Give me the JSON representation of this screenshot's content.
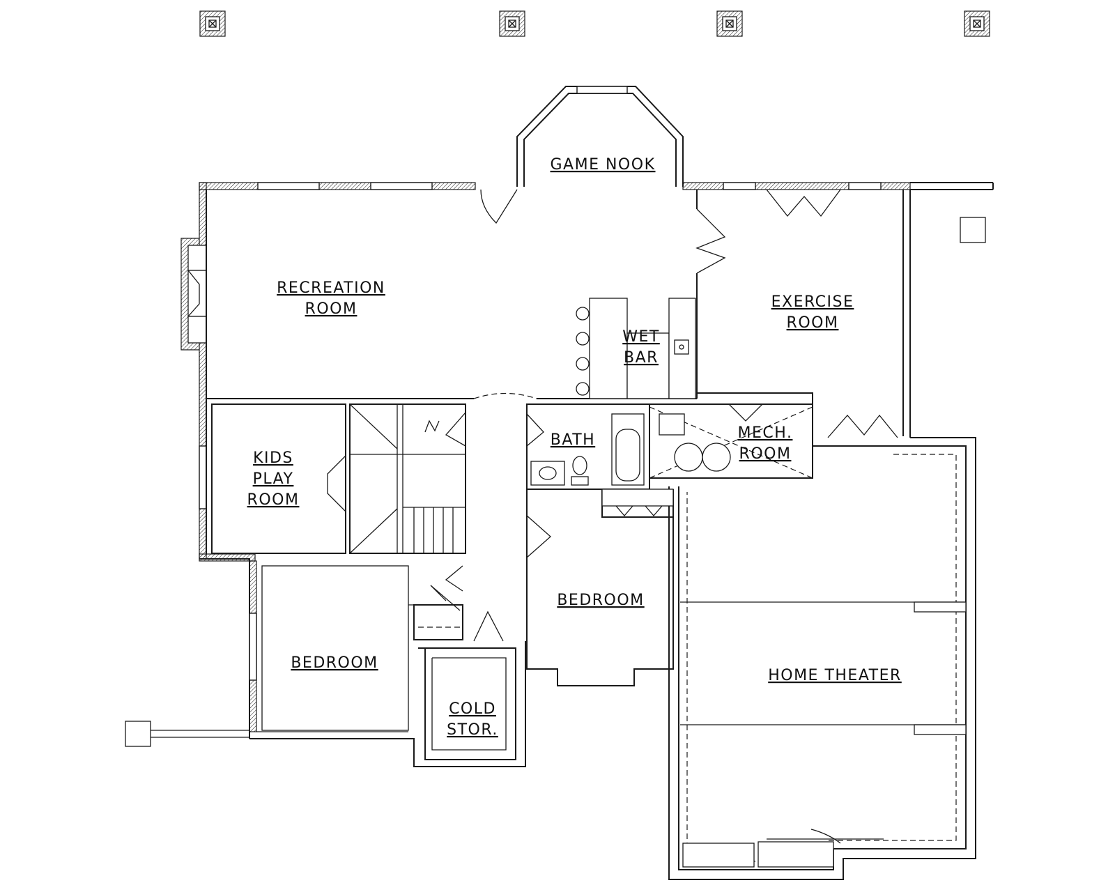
{
  "colors": {
    "ink": "#1a1a1a",
    "background": "#ffffff"
  },
  "rooms": {
    "game_nook": [
      "GAME NOOK"
    ],
    "recreation_room": [
      "RECREATION",
      "ROOM"
    ],
    "wet_bar": [
      "WET",
      "BAR"
    ],
    "exercise_room": [
      "EXERCISE",
      "ROOM"
    ],
    "kids_play_room": [
      "KIDS",
      "PLAY",
      "ROOM"
    ],
    "bath": [
      "BATH"
    ],
    "mech_room": [
      "MECH.",
      "ROOM"
    ],
    "bedroom_center": [
      "BEDROOM"
    ],
    "bedroom_left": [
      "BEDROOM"
    ],
    "cold_storage": [
      "COLD",
      "STOR."
    ],
    "home_theater": [
      "HOME THEATER"
    ]
  }
}
